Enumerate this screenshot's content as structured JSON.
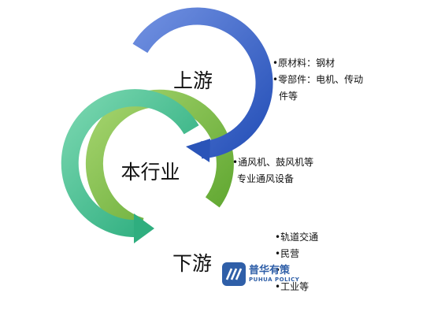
{
  "stages": {
    "upstream": {
      "label": "上游",
      "color": "#3e67c8"
    },
    "industry": {
      "label": "本行业",
      "color": "#39b98a"
    },
    "downstream": {
      "label": "下游",
      "color": "#72b340"
    }
  },
  "notes": {
    "upstream": {
      "lines": [
        "•原材料：钢材",
        "•零部件：电机、传动",
        "件等"
      ]
    },
    "industry": {
      "lines": [
        "•通风机、鼓风机等",
        "专业通风设备"
      ]
    },
    "downstream": {
      "lines": [
        "•轨道交通",
        "•民营",
        "•",
        "•工业等"
      ]
    }
  },
  "watermark": {
    "cn": "普华有策",
    "en": "PUHUA POLICY"
  }
}
